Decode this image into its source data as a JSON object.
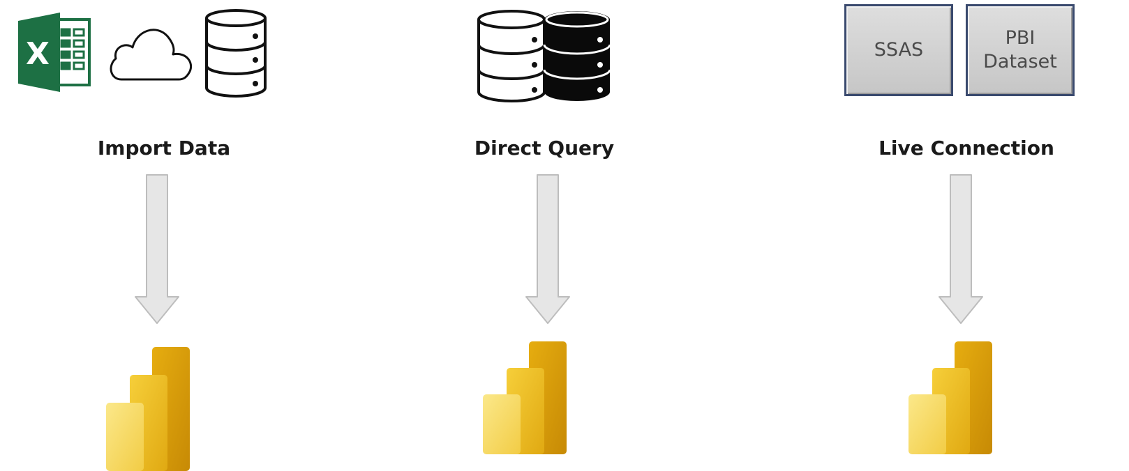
{
  "columns": [
    {
      "id": "import",
      "label": "Import Data",
      "source_icons": [
        "excel-icon",
        "cloud-icon",
        "database-icon"
      ],
      "target_icon": "power-bi-icon"
    },
    {
      "id": "direct",
      "label": "Direct Query",
      "source_icons": [
        "database-outline-icon",
        "database-filled-icon"
      ],
      "target_icon": "power-bi-icon"
    },
    {
      "id": "live",
      "label": "Live Connection",
      "source_boxes": [
        "SSAS",
        "PBI\nDataset"
      ],
      "target_icon": "power-bi-icon"
    }
  ],
  "colors": {
    "arrow_fill": "#e6e6e6",
    "arrow_stroke": "#bdbdbd",
    "excel_green": "#1d7044",
    "powerbi_dark": "#e8b100",
    "powerbi_mid": "#f2c811",
    "powerbi_light": "#f9e17e"
  }
}
